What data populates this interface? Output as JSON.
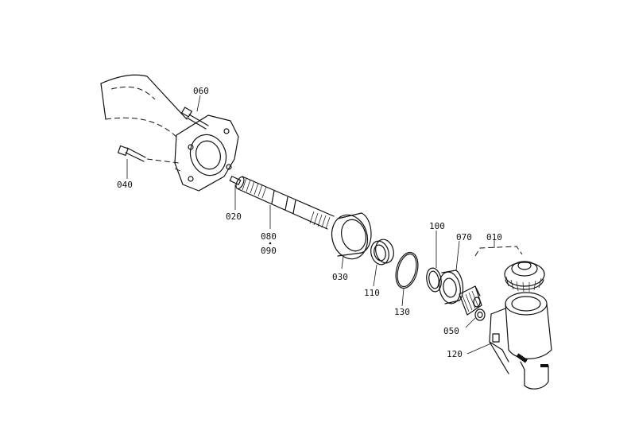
{
  "diagram": {
    "labels": {
      "p060": "060",
      "p040": "040",
      "p020": "020",
      "p080": "080",
      "p090": "090",
      "p030": "030",
      "p110": "110",
      "p130": "130",
      "p100": "100",
      "p070": "070",
      "p010": "010",
      "p050": "050",
      "p120": "120"
    },
    "colors": {
      "ink": "#111111",
      "paper": "#ffffff"
    }
  }
}
